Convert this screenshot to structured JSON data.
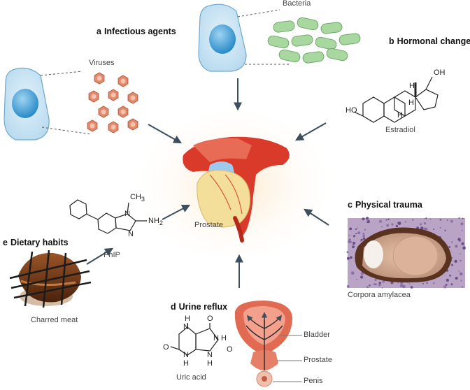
{
  "panels": {
    "a": {
      "letter": "a",
      "title": "Infectious agents",
      "viruses": "Viruses",
      "bacteria": "Bacteria"
    },
    "b": {
      "letter": "b",
      "title": "Hormonal changes",
      "compound": "Estradiol",
      "oh_top": "OH",
      "ho_left": "HO",
      "h1": "H",
      "h2": "H",
      "h3": "H"
    },
    "c": {
      "letter": "c",
      "title": "Physical trauma",
      "caption": "Corpora amylacea"
    },
    "d": {
      "letter": "d",
      "title": "Urine reflux",
      "compound": "Uric acid",
      "bladder": "Bladder",
      "prostate": "Prostate",
      "penis": "Penis",
      "atoms": {
        "h_left": "H",
        "h_right": "H",
        "h_bot1": "H",
        "h_bot2": "H",
        "o_top": "O",
        "o_left": "O",
        "o_right": "O",
        "n1": "N",
        "n2": "N",
        "n3": "N",
        "n4": "N"
      }
    },
    "e": {
      "letter": "e",
      "title": "Dietary habits",
      "compound": "PhIP",
      "food": "Charred meat",
      "atoms": {
        "ch3": "CH",
        "ch3_sub": "3",
        "n_top": "N",
        "nh2": "NH",
        "nh2_sub": "2",
        "n_bot": "N"
      }
    }
  },
  "center": {
    "label": "Prostate"
  },
  "colors": {
    "cell_fill": "#cfe6f5",
    "nucleus": "#3a9fd6",
    "virus": "#e38a6c",
    "bacteria": "#a8d8a0",
    "organ_red": "#d93a2a",
    "organ_yellow": "#f3df9a",
    "arrow": "#3d4f5c",
    "meat": "#7a3f1c"
  }
}
